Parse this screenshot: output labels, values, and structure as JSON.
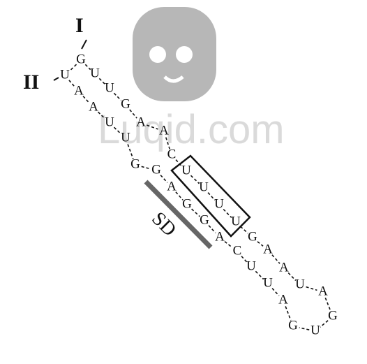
{
  "labels": {
    "strand_I": "I",
    "strand_II": "II",
    "sd": "SD"
  },
  "watermark": "Luqid.com",
  "colors": {
    "ink": "#111111",
    "sd_bar": "#666666",
    "watermark": "#d6d6d6"
  },
  "nucleotides": [
    "G",
    "U",
    "U",
    "A",
    "U",
    "A",
    "G",
    "U",
    "A",
    "U",
    "A",
    "G",
    "C",
    "G",
    "U",
    "A",
    "U",
    "G",
    "U",
    "G",
    "U",
    "A",
    "G",
    "C",
    "U",
    "A",
    "U",
    "A",
    "A",
    "G",
    "U",
    "G"
  ]
}
